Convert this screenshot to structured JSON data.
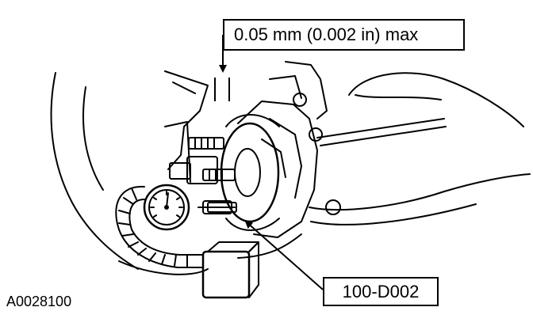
{
  "callouts": {
    "runout_spec": "0.05 mm (0.002 in) max",
    "tool_number": "100-D002"
  },
  "figure_id": "A0028100",
  "colors": {
    "line": "#000000",
    "background": "#ffffff"
  }
}
